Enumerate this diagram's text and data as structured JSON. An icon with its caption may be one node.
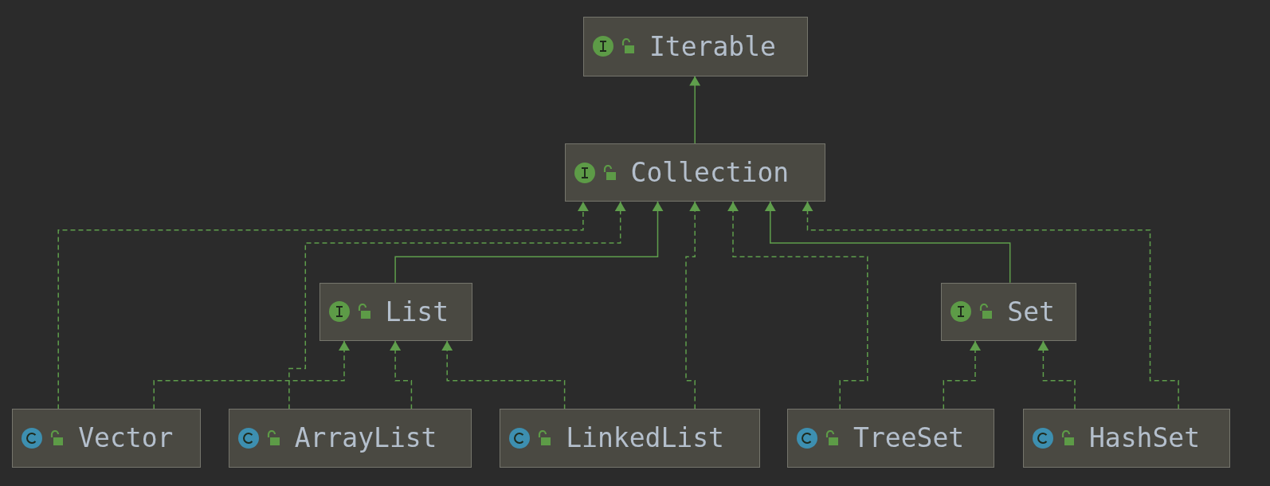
{
  "diagram": {
    "nodes": [
      {
        "text": [
          "Iterable"
        ]
      },
      {
        "text": [
          "Collection"
        ]
      },
      {
        "text": [
          "List"
        ]
      },
      {
        "text": [
          "Set"
        ]
      },
      {
        "text": [
          "Vector"
        ]
      },
      {
        "text": [
          "ArrayList"
        ]
      },
      {
        "text": [
          "LinkedList"
        ]
      },
      {
        "text": [
          "TreeSet"
        ]
      },
      {
        "text": [
          "HashSet"
        ]
      }
    ],
    "edges": [
      {
        "from": 1,
        "to": 0,
        "arrow": "to"
      },
      {
        "from": 4,
        "to": 1,
        "arrow": "to",
        "style": "dashed"
      },
      {
        "from": 5,
        "to": 1,
        "arrow": "to",
        "style": "dashed"
      },
      {
        "from": 2,
        "to": 1,
        "arrow": "to"
      },
      {
        "from": 6,
        "to": 1,
        "arrow": "to",
        "style": "dashed"
      },
      {
        "from": 7,
        "to": 1,
        "arrow": "to",
        "style": "dashed"
      },
      {
        "from": 3,
        "to": 1,
        "arrow": "to"
      },
      {
        "from": 8,
        "to": 1,
        "arrow": "to",
        "style": "dashed"
      },
      {
        "from": 4,
        "to": 2,
        "arrow": "to",
        "style": "dashed"
      },
      {
        "from": 5,
        "to": 2,
        "arrow": "to",
        "style": "dashed"
      },
      {
        "from": 6,
        "to": 2,
        "arrow": "to",
        "style": "dashed"
      },
      {
        "from": 7,
        "to": 3,
        "arrow": "to",
        "style": "dashed"
      },
      {
        "from": 8,
        "to": 3,
        "arrow": "to",
        "style": "dashed"
      }
    ]
  }
}
